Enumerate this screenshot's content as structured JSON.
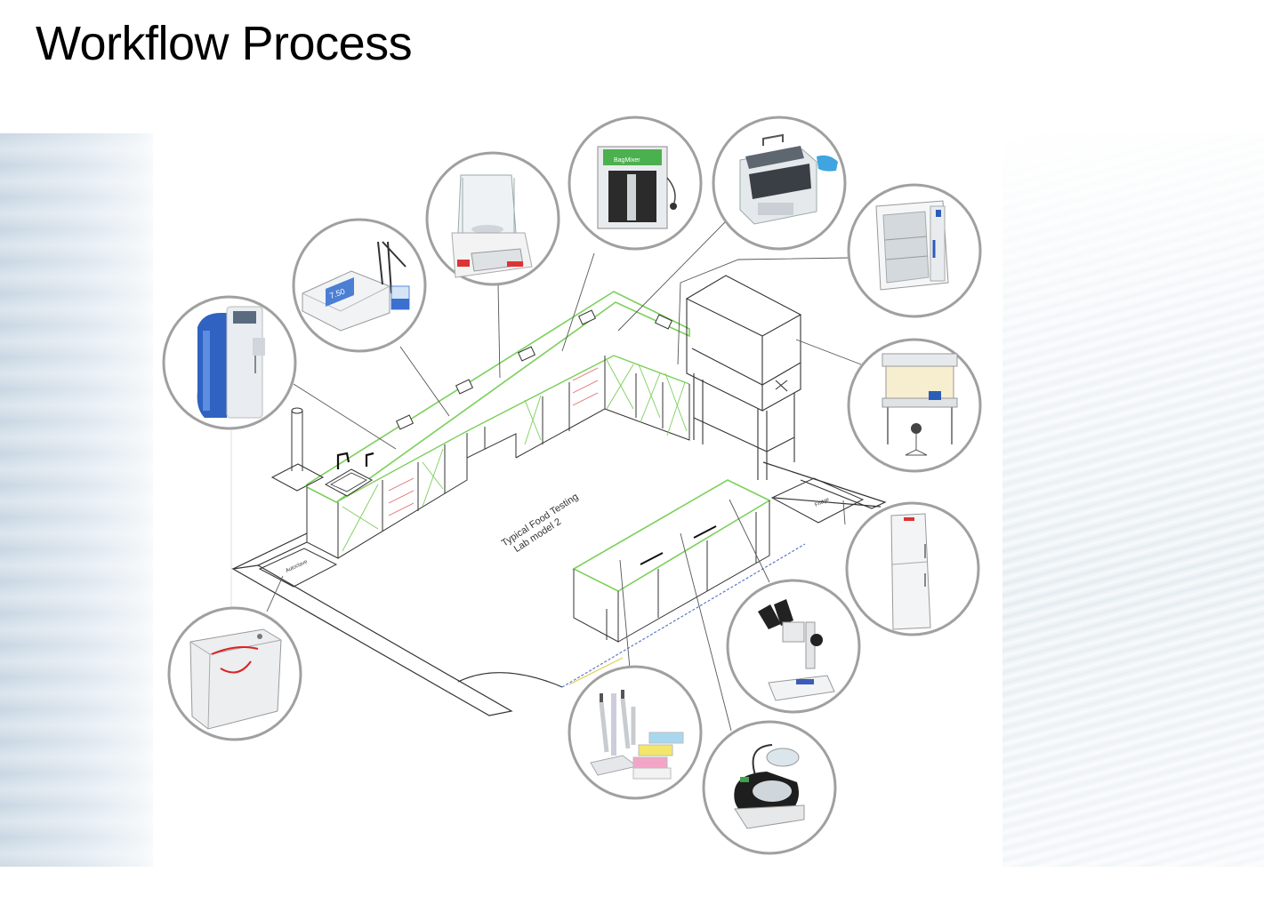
{
  "slide": {
    "title": "Workflow Process"
  },
  "floorplan": {
    "label_line1": "Typical Food Testing",
    "label_line2": "Lab model 2",
    "autoclave_label": "Autoclave",
    "fridge_label": "Fridge",
    "bagmixer_label": "BagMixer"
  },
  "equipment": [
    "water-purification-system",
    "ph-meter",
    "analytical-balance",
    "bagmixer-blender",
    "water-bath",
    "incubator",
    "fume-hood",
    "biosafety-cabinet",
    "lab-freezer",
    "stereo-microscope",
    "colony-counter",
    "pipettes",
    "autoclave"
  ],
  "colors": {
    "bench_green": "#7ccf5a",
    "line": "#333333",
    "circle_border": "#a0a0a0"
  }
}
